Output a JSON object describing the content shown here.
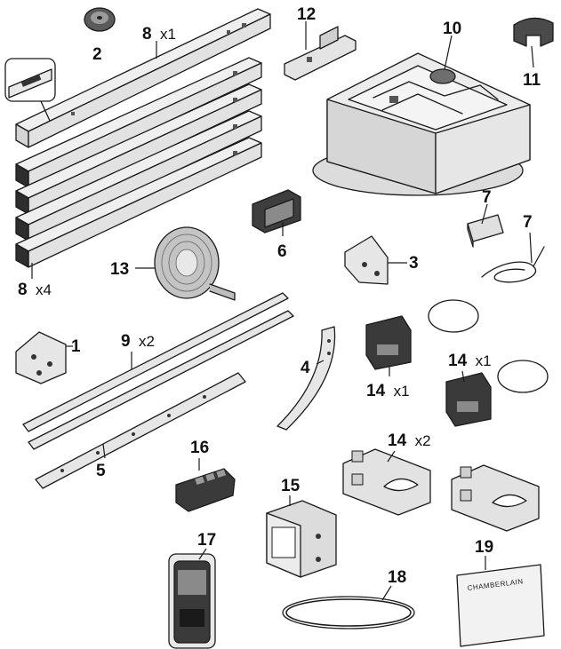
{
  "parts": [
    {
      "num": "1"
    },
    {
      "num": "2"
    },
    {
      "num": "3"
    },
    {
      "num": "4"
    },
    {
      "num": "5"
    },
    {
      "num": "6"
    },
    {
      "num": "7"
    },
    {
      "num": "7"
    },
    {
      "num": "8",
      "qty": "x1"
    },
    {
      "num": "8",
      "qty": "x4"
    },
    {
      "num": "9",
      "qty": "x2"
    },
    {
      "num": "10"
    },
    {
      "num": "11"
    },
    {
      "num": "12"
    },
    {
      "num": "13"
    },
    {
      "num": "14",
      "qty": "x1"
    },
    {
      "num": "14",
      "qty": "x1"
    },
    {
      "num": "14",
      "qty": "x2"
    },
    {
      "num": "15"
    },
    {
      "num": "16"
    },
    {
      "num": "17"
    },
    {
      "num": "18"
    },
    {
      "num": "19"
    }
  ],
  "manual_brand": "CHAMBERLAIN",
  "colors": {
    "line": "#1a1a1a",
    "metal": "#e6e6e6",
    "dark": "#3a3a3a",
    "shade": "#bdbdbd"
  }
}
